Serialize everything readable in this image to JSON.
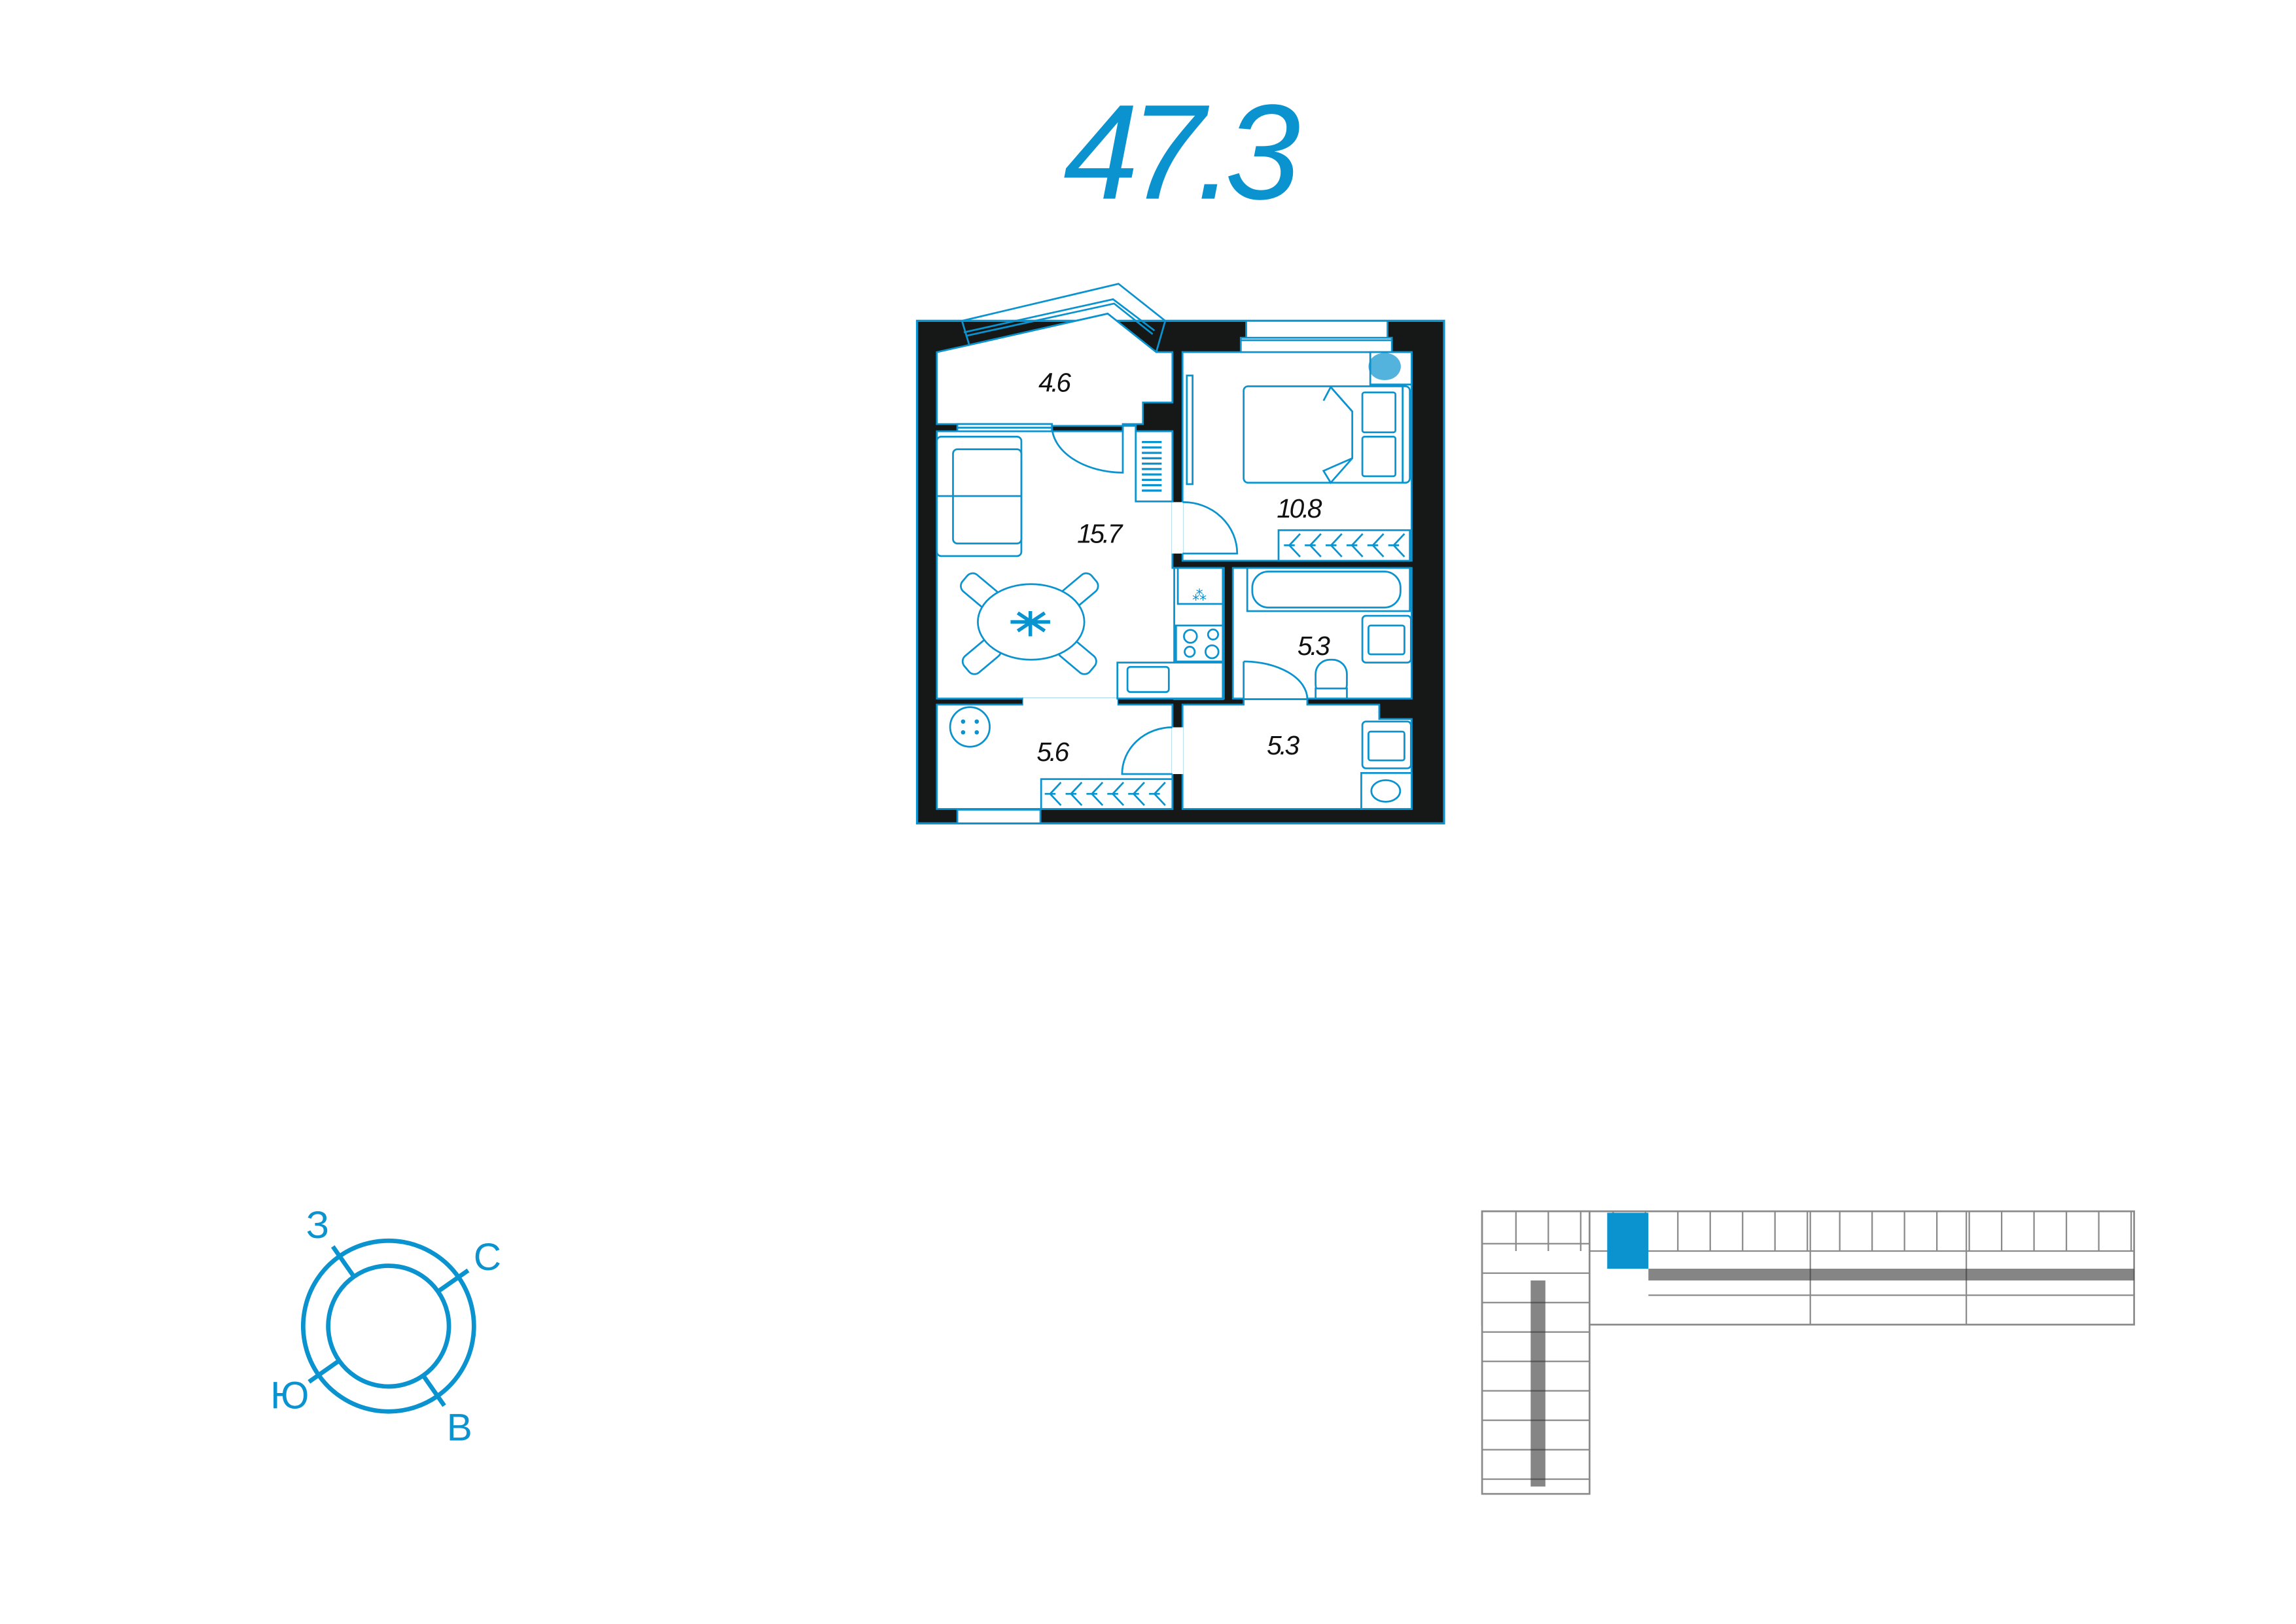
{
  "title": "47.3",
  "rooms": {
    "loggia": "4.6",
    "living_kitchen": "15.7",
    "bedroom": "10.8",
    "bathroom": "5.3",
    "hall": "5.6",
    "corridor_bath": "5.3"
  },
  "compass": {
    "west": "З",
    "north": "С",
    "south": "Ю",
    "east": "В"
  },
  "colors": {
    "accent": "#0a93cf",
    "wall": "#151817"
  }
}
